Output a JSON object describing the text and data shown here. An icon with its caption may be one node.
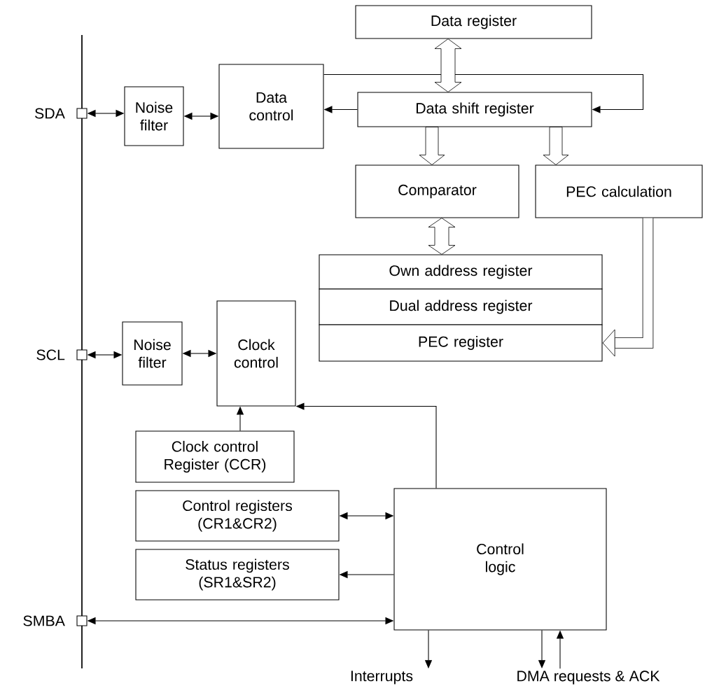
{
  "diagram": {
    "nodes": [
      {
        "text": [],
        "shape": "box",
        "beside": [
          "SDA"
        ]
      },
      {
        "text": [
          "Noise filter"
        ]
      },
      {
        "text": [
          "Data control"
        ]
      },
      {
        "text": [
          "Data register"
        ]
      },
      {
        "text": [
          "Data shift register"
        ]
      },
      {
        "text": [
          "Comparator"
        ]
      },
      {
        "text": [
          "PEC calculation"
        ]
      },
      {
        "text": [
          "Own address register"
        ]
      },
      {
        "text": [
          "Dual address register"
        ]
      },
      {
        "text": [
          "PEC register"
        ]
      },
      {
        "text": [],
        "shape": "box",
        "beside": [
          "SCL"
        ]
      },
      {
        "text": [
          "Noise filter"
        ]
      },
      {
        "text": [
          "Clock control"
        ]
      },
      {
        "text": [
          "Clock control Register (CCR)"
        ]
      },
      {
        "text": [
          "Control registers (CR1&CR2)"
        ]
      },
      {
        "text": [
          "Status registers (SR1&SR2)"
        ]
      },
      {
        "text": [],
        "shape": "box",
        "beside": [
          "SMBA"
        ]
      },
      {
        "text": [
          "Control logic"
        ]
      },
      {
        "text": [
          "Interrupts"
        ]
      },
      {
        "text": [
          "DMA requests & ACK"
        ]
      }
    ],
    "edges": [
      {
        "from": 0,
        "to": 1,
        "arrow": "both"
      },
      {
        "from": 1,
        "to": 2,
        "arrow": "both"
      },
      {
        "from": 4,
        "to": 2,
        "arrow": "to"
      },
      {
        "from": 2,
        "to": 4,
        "arrow": "to"
      },
      {
        "from": 3,
        "to": 4,
        "arrow": "both",
        "style": "thick"
      },
      {
        "from": 4,
        "to": 5,
        "arrow": "to",
        "style": "thick"
      },
      {
        "from": 4,
        "to": 6,
        "arrow": "to",
        "style": "thick"
      },
      {
        "from": 5,
        "to": 7,
        "arrow": "both",
        "style": "thick"
      },
      {
        "from": 6,
        "to": 9,
        "arrow": "to",
        "style": "thick"
      },
      {
        "from": 10,
        "to": 11,
        "arrow": "both"
      },
      {
        "from": 11,
        "to": 12,
        "arrow": "both"
      },
      {
        "from": 13,
        "to": 12,
        "arrow": "to"
      },
      {
        "from": 17,
        "to": 12,
        "arrow": "to"
      },
      {
        "from": 14,
        "to": 17,
        "arrow": "both"
      },
      {
        "from": 17,
        "to": 15,
        "arrow": "to"
      },
      {
        "from": 16,
        "to": 17,
        "arrow": "both"
      },
      {
        "from": 17,
        "to": 18,
        "arrow": "to"
      },
      {
        "from": 17,
        "to": 19,
        "arrow": "to"
      },
      {
        "from": 19,
        "to": 17,
        "arrow": "to"
      }
    ]
  }
}
